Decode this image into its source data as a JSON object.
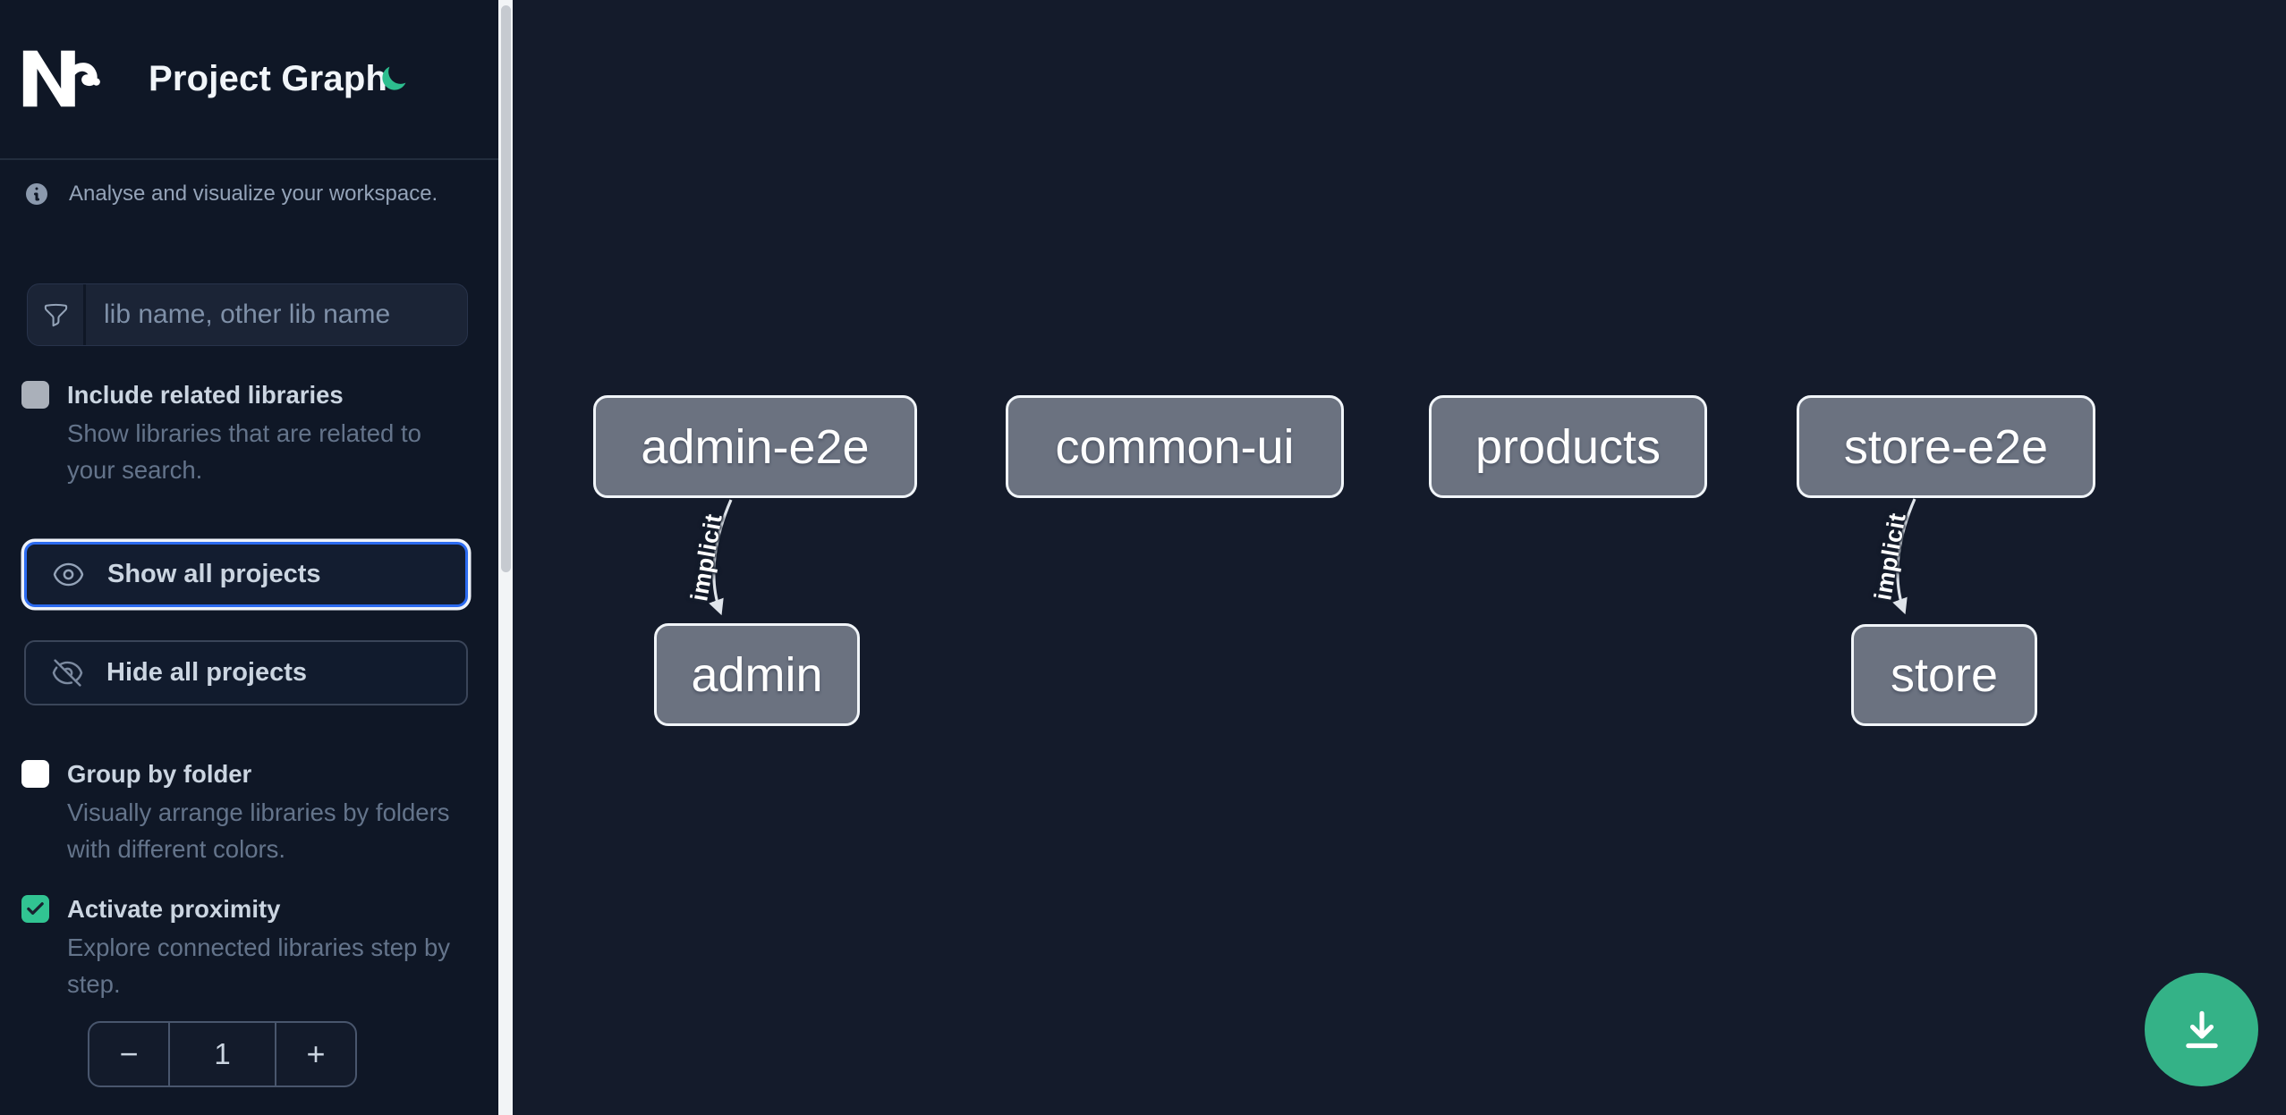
{
  "header": {
    "title": "Project Graph",
    "theme_toggle": "dark-mode-moon"
  },
  "intro": {
    "text": "Analyse and visualize your workspace."
  },
  "sidebar": {
    "filter": {
      "placeholder": "lib name, other lib name",
      "value": ""
    },
    "include_related": {
      "label": "Include related libraries",
      "description": "Show libraries that are related to your search.",
      "checked": false,
      "disabled": true
    },
    "show_all_label": "Show all projects",
    "hide_all_label": "Hide all projects",
    "group_by_folder": {
      "label": "Group by folder",
      "description": "Visually arrange libraries by folders with different colors.",
      "checked": false
    },
    "activate_proximity": {
      "label": "Activate proximity",
      "description": "Explore connected libraries step by step.",
      "checked": true
    },
    "stepper": {
      "minus": "−",
      "value": "1",
      "plus": "+"
    }
  },
  "graph": {
    "nodes": [
      {
        "label": "admin-e2e"
      },
      {
        "label": "common-ui"
      },
      {
        "label": "products"
      },
      {
        "label": "store-e2e"
      },
      {
        "label": "admin"
      },
      {
        "label": "store"
      }
    ],
    "edges": [
      {
        "from": "admin-e2e",
        "to": "admin",
        "label": "implicit"
      },
      {
        "from": "store-e2e",
        "to": "store",
        "label": "implicit"
      }
    ]
  },
  "fab": {
    "icon": "download"
  },
  "colors": {
    "sidebar_bg": "#0f1726",
    "canvas_bg": "#141b2b",
    "accent_green": "#2dbe8f",
    "fab_green": "#34b287",
    "checkbox_green": "#31c492",
    "focus_blue": "#2c6bf0",
    "node_fill": "#6b7280",
    "node_border": "#f1f5f9",
    "label_text": "#cbd5e1",
    "muted_text": "#64748b"
  }
}
